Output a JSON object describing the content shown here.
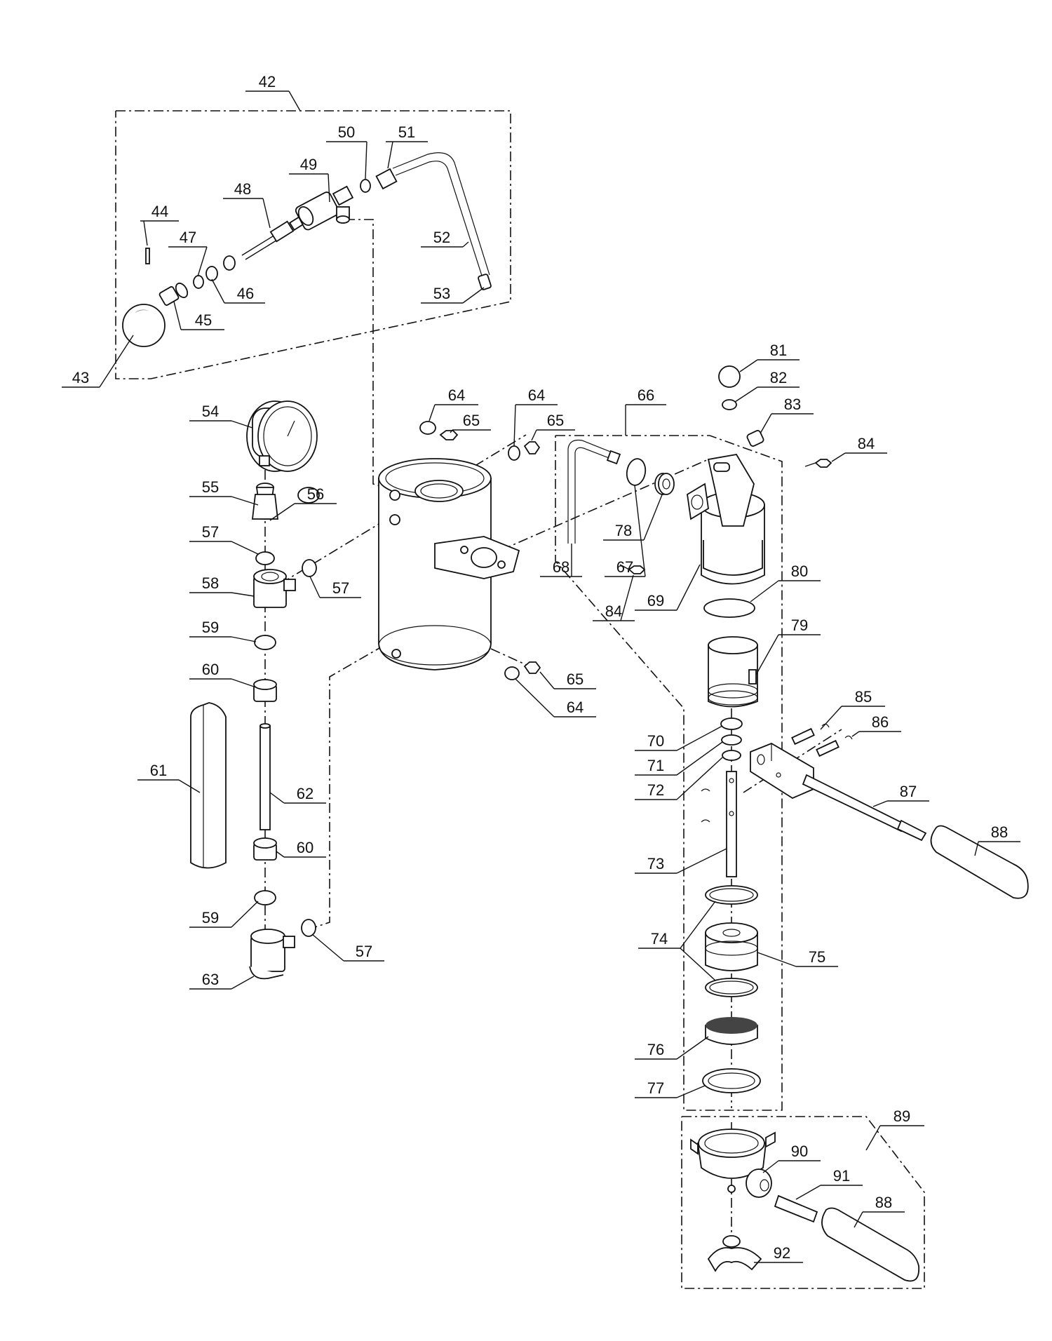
{
  "callouts": [
    {
      "id": "c42",
      "label": "42"
    },
    {
      "id": "c43",
      "label": "43"
    },
    {
      "id": "c44",
      "label": "44"
    },
    {
      "id": "c45",
      "label": "45"
    },
    {
      "id": "c46",
      "label": "46"
    },
    {
      "id": "c47",
      "label": "47"
    },
    {
      "id": "c48",
      "label": "48"
    },
    {
      "id": "c49",
      "label": "49"
    },
    {
      "id": "c50",
      "label": "50"
    },
    {
      "id": "c51",
      "label": "51"
    },
    {
      "id": "c52",
      "label": "52"
    },
    {
      "id": "c53",
      "label": "53"
    },
    {
      "id": "c54",
      "label": "54"
    },
    {
      "id": "c55",
      "label": "55"
    },
    {
      "id": "c56",
      "label": "56"
    },
    {
      "id": "c57a",
      "label": "57"
    },
    {
      "id": "c57b",
      "label": "57"
    },
    {
      "id": "c57c",
      "label": "57"
    },
    {
      "id": "c58",
      "label": "58"
    },
    {
      "id": "c59a",
      "label": "59"
    },
    {
      "id": "c59b",
      "label": "59"
    },
    {
      "id": "c60a",
      "label": "60"
    },
    {
      "id": "c60b",
      "label": "60"
    },
    {
      "id": "c61",
      "label": "61"
    },
    {
      "id": "c62",
      "label": "62"
    },
    {
      "id": "c63",
      "label": "63"
    },
    {
      "id": "c64a",
      "label": "64"
    },
    {
      "id": "c64b",
      "label": "64"
    },
    {
      "id": "c64c",
      "label": "64"
    },
    {
      "id": "c65a",
      "label": "65"
    },
    {
      "id": "c65b",
      "label": "65"
    },
    {
      "id": "c65c",
      "label": "65"
    },
    {
      "id": "c66",
      "label": "66"
    },
    {
      "id": "c67",
      "label": "67"
    },
    {
      "id": "c68",
      "label": "68"
    },
    {
      "id": "c69",
      "label": "69"
    },
    {
      "id": "c70",
      "label": "70"
    },
    {
      "id": "c71",
      "label": "71"
    },
    {
      "id": "c72",
      "label": "72"
    },
    {
      "id": "c73",
      "label": "73"
    },
    {
      "id": "c74",
      "label": "74"
    },
    {
      "id": "c75",
      "label": "75"
    },
    {
      "id": "c76",
      "label": "76"
    },
    {
      "id": "c77",
      "label": "77"
    },
    {
      "id": "c78",
      "label": "78"
    },
    {
      "id": "c79",
      "label": "79"
    },
    {
      "id": "c80",
      "label": "80"
    },
    {
      "id": "c81",
      "label": "81"
    },
    {
      "id": "c82",
      "label": "82"
    },
    {
      "id": "c83",
      "label": "83"
    },
    {
      "id": "c84a",
      "label": "84"
    },
    {
      "id": "c84b",
      "label": "84"
    },
    {
      "id": "c85",
      "label": "85"
    },
    {
      "id": "c86",
      "label": "86"
    },
    {
      "id": "c87",
      "label": "87"
    },
    {
      "id": "c88a",
      "label": "88"
    },
    {
      "id": "c88b",
      "label": "88"
    },
    {
      "id": "c89",
      "label": "89"
    },
    {
      "id": "c90",
      "label": "90"
    },
    {
      "id": "c91",
      "label": "91"
    },
    {
      "id": "c92",
      "label": "92"
    }
  ]
}
